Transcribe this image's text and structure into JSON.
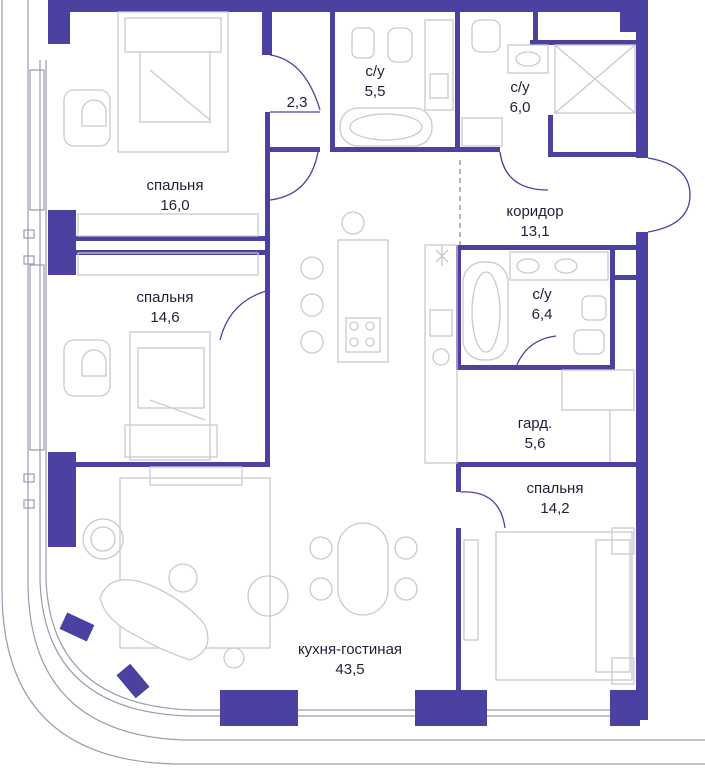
{
  "rooms": {
    "bedroom_top": {
      "name": "спальня",
      "area": "16,0"
    },
    "storage": {
      "name": "",
      "area": "2,3"
    },
    "bath_1": {
      "name": "с/у",
      "area": "5,5"
    },
    "bath_2": {
      "name": "с/у",
      "area": "6,0"
    },
    "corridor": {
      "name": "коридор",
      "area": "13,1"
    },
    "bedroom_mid": {
      "name": "спальня",
      "area": "14,6"
    },
    "bath_3": {
      "name": "с/у",
      "area": "6,4"
    },
    "wardrobe": {
      "name": "гард.",
      "area": "5,6"
    },
    "bedroom_right": {
      "name": "спальня",
      "area": "14,2"
    },
    "kitchen_living": {
      "name": "кухня-гостиная",
      "area": "43,5"
    }
  },
  "colors": {
    "wall": "#4b41a0",
    "furniture": "#c9c9cf",
    "text": "#1f1f3a"
  }
}
